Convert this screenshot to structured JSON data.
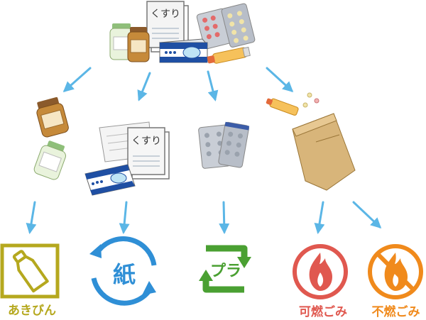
{
  "labels": {
    "medicine_bag": "くすり",
    "paper_doc": "くすり",
    "paper_icon": "紙",
    "plastic_icon": "プラ"
  },
  "categories": {
    "bottles_cans": "あきびん",
    "burnable": "可燃ごみ",
    "non_burnable": "不燃ごみ"
  },
  "colors": {
    "arrow": "#5bb6e6",
    "bottles_cans": "#b5a81e",
    "paper": "#2f8fd6",
    "plastic": "#4aa032",
    "burnable": "#e0584f",
    "non_burnable": "#f08a1c"
  },
  "icons": {
    "bottles_cans": "bottle-icon",
    "paper": "paper-recycle-icon",
    "plastic": "plastic-recycle-icon",
    "burnable": "flame-icon",
    "non_burnable": "no-flame-icon"
  }
}
